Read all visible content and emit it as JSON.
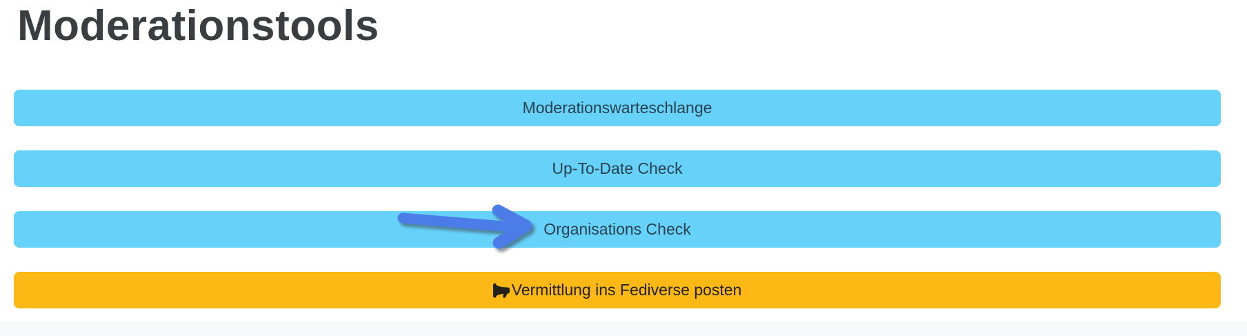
{
  "page": {
    "title": "Moderationstools"
  },
  "buttons": [
    {
      "label": "Moderationswarteschlange",
      "variant": "info"
    },
    {
      "label": "Up-To-Date Check",
      "variant": "info"
    },
    {
      "label": "Organisations Check",
      "variant": "info"
    },
    {
      "label": "Vermittlung ins Fediverse posten",
      "variant": "warning",
      "icon": "megaphone-icon"
    }
  ],
  "annotation": {
    "type": "arrow",
    "icon": "arrow-right-icon",
    "points_to": "Organisations Check",
    "color": "#4b7ce8"
  },
  "colors": {
    "page_bg": "#ffffff",
    "heading_text": "#3b3e40",
    "info_bg": "#66d2fa",
    "info_text": "#29414e",
    "warning_bg": "#fcb814",
    "warning_text": "#24211c",
    "footer_bg": "#f8f9fa",
    "arrow": "#4b7ce8"
  }
}
